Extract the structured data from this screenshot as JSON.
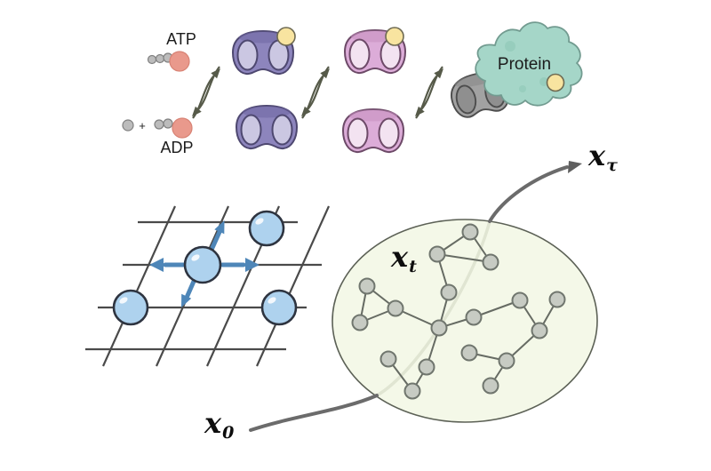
{
  "reaction_panel": {
    "atp_label": "ATP",
    "adp_label": "ADP",
    "plus_sign": "+",
    "protein_label": "Protein"
  },
  "state_panel": {
    "x0": {
      "base": "x",
      "sub": "0"
    },
    "xt": {
      "base": "x",
      "sub": "t"
    },
    "xtau": {
      "base": "x",
      "sub": "τ"
    }
  },
  "palette": {
    "background": "#ffffff",
    "purple_body": "#8d85bd",
    "purple_opening": "#cbc7e2",
    "pink_body": "#dcacd8",
    "pink_opening": "#f3e3f1",
    "gray_body": "#a2a2a2",
    "teal_protein_blob": "#a5d6c8",
    "yellow_nucleotide": "#f8e4a0",
    "salmon_molecule": "#e9998c",
    "gray_phosphate": "#bcbcbc",
    "lattice_line": "#4a4a4a",
    "particle_blue": "#aed2ee",
    "hop_arrow_blue": "#4e86b8",
    "ellipse_fill": "#f4f8e8",
    "graph_node_fill": "#c7cbc3",
    "graph_edge": "#666b63",
    "trajectory_gray": "#6b6b6b",
    "reaction_arrow": "#565a49"
  }
}
